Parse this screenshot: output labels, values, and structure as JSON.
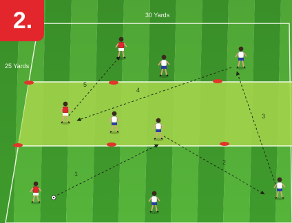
{
  "badge": {
    "label": "2."
  },
  "labels": {
    "width": "30 Yards",
    "height": "25 Yards"
  },
  "pass_numbers": [
    "1",
    "2",
    "3",
    "4",
    "5"
  ],
  "colors": {
    "field_dark": "#3f9b2c",
    "field_light": "#56b43a",
    "zone": "#a7d64c",
    "badge": "#e3262c",
    "team_red": "#e3262c",
    "team_white": "#ffffff",
    "cone": "#e0352b"
  },
  "players": [
    {
      "team": "red",
      "role": "passer"
    },
    {
      "team": "red",
      "role": "target"
    },
    {
      "team": "red",
      "role": "target"
    },
    {
      "team": "white",
      "role": "defender"
    },
    {
      "team": "white",
      "role": "defender"
    },
    {
      "team": "white",
      "role": "defender"
    },
    {
      "team": "white",
      "role": "defender"
    },
    {
      "team": "white",
      "role": "defender"
    },
    {
      "team": "white",
      "role": "defender"
    }
  ],
  "icons": [
    "soccer-ball-icon",
    "cone-icon",
    "player-icon"
  ]
}
